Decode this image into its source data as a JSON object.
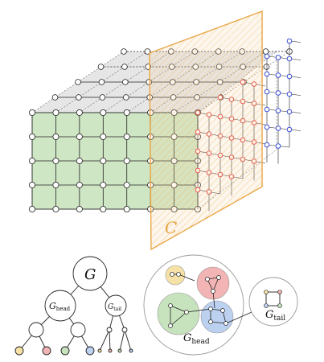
{
  "labels": {
    "cut_plane": "C",
    "root": "G",
    "head_tree": "G",
    "head_tree_sub": "head",
    "tail_tree": "G",
    "tail_tree_sub": "tail",
    "head_cluster": "G",
    "head_cluster_sub": "head",
    "tail_cluster": "G",
    "tail_cluster_sub": "tail"
  },
  "colors": {
    "plane": "#e8a23c",
    "grid_face": "#cfe6c4",
    "top_face": "#dcdcdc",
    "hex_red": "#e03a3a",
    "hex_blue": "#3a4fd8",
    "leaf_yellow": "#f6e2a6",
    "leaf_red": "#f2b4b4",
    "leaf_green": "#c7e3bd",
    "leaf_blue": "#bcd0f0"
  }
}
